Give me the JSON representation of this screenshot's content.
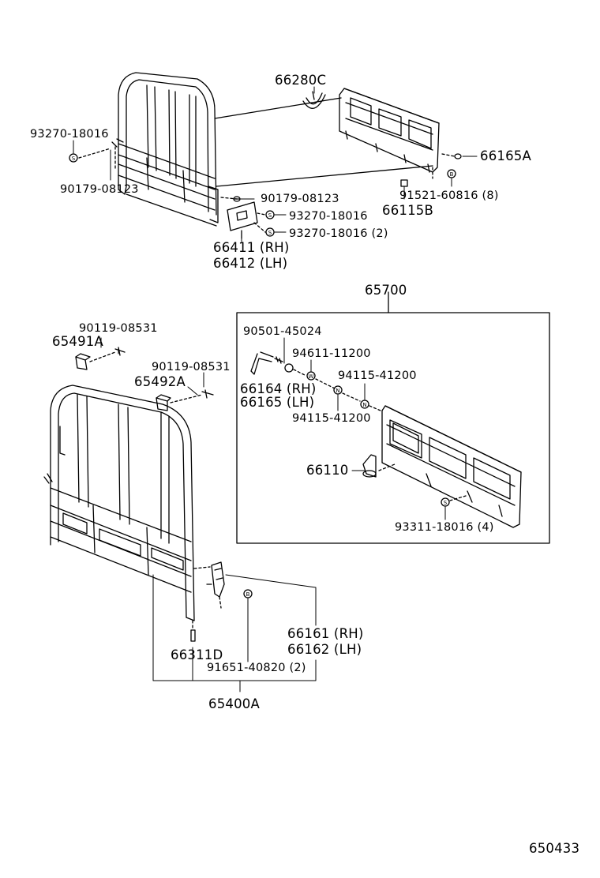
{
  "colors": {
    "ink": "#000000",
    "paper": "#ffffff"
  },
  "figure_number": "650433",
  "labels": {
    "p66280C": "66280C",
    "p93270_18016_top": "93270-18016",
    "p66165A": "66165A",
    "p90179_08123_left": "90179-08123",
    "p90179_08123_mid": "90179-08123",
    "p93270_18016_a": "93270-18016",
    "p93270_18016_b": "93270-18016 (2)",
    "p91521_60816": "91521-60816 (8)",
    "p66115B": "66115B",
    "p66411": "66411 (RH)",
    "p66412": "66412 (LH)",
    "p65700": "65700",
    "p90119_08531_a": "90119-08531",
    "p65491A": "65491A",
    "p90119_08531_b": "90119-08531",
    "p65492A": "65492A",
    "p90501_45024": "90501-45024",
    "p94611_11200": "94611-11200",
    "p94115_41200_a": "94115-41200",
    "p66164": "66164 (RH)",
    "p66165": "66165 (LH)",
    "p94115_41200_b": "94115-41200",
    "p66110": "66110",
    "p93311_18016": "93311-18016 (4)",
    "p66161": "66161 (RH)",
    "p66162": "66162 (LH)",
    "p66311D": "66311D",
    "p91651_40820": "91651-40820 (2)",
    "p65400A": "65400A"
  },
  "symbols": {
    "s_washer": "S",
    "b_bolt": "B",
    "w_washer": "W",
    "n_nut": "N"
  }
}
